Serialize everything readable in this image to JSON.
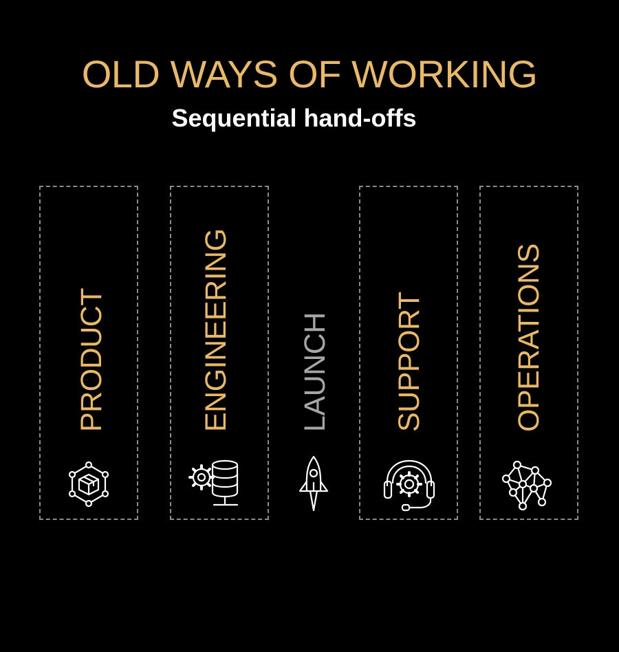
{
  "title": "OLD WAYS OF WORKING",
  "subtitle": "Sequential hand-offs",
  "colors": {
    "accent": "#e8b96a",
    "muted": "#a6a6a6",
    "text": "#ffffff",
    "border": "#8a8a8a",
    "background": "#000000"
  },
  "stages": [
    {
      "label": "PRODUCT",
      "icon": "package-network-icon",
      "highlighted": true
    },
    {
      "label": "ENGINEERING",
      "icon": "gear-database-icon",
      "highlighted": true
    },
    {
      "label": "LAUNCH",
      "icon": "rocket-icon",
      "highlighted": false
    },
    {
      "label": "SUPPORT",
      "icon": "headset-gear-icon",
      "highlighted": true
    },
    {
      "label": "OPERATIONS",
      "icon": "network-nodes-icon",
      "highlighted": true
    }
  ]
}
